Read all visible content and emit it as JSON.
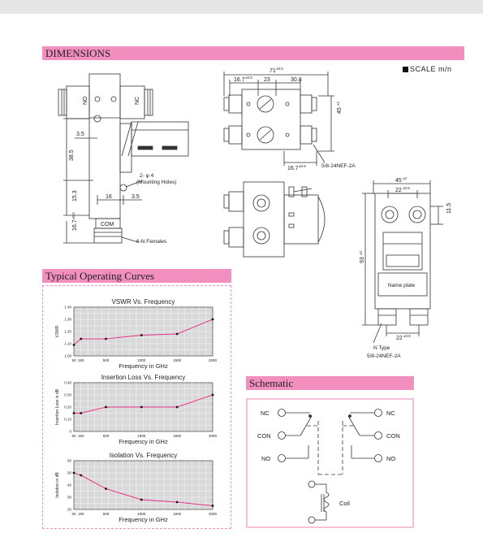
{
  "sections": {
    "dimensions": "DIMENSIONS",
    "curves": "Typical Operating Curves",
    "schematic": "Schematic"
  },
  "scale_label": "SCALE m/n",
  "drawing_labels": {
    "no": "NO",
    "nc": "NC",
    "com": "COM",
    "mounting_holes_dia": "2- φ 4",
    "mounting_holes": "(Mounting Holes)",
    "n_females": "6-N Females",
    "nef_connector": "5/8-24NEF-2A",
    "n_type": "N Type",
    "name_plate": "Name plate"
  },
  "dimension_values": {
    "d3_5a": "3.5",
    "d38_5": "38.5",
    "d15_3": "15.3",
    "d16": "16",
    "d3_5b": "3.5",
    "d16_7_left": "16.7",
    "d16_7_left_tol": "±0.5",
    "d71": "71",
    "d71_tol": "±0.5",
    "d16_7_top": "16.7",
    "d16_7_top_tol": "±0.5",
    "d23": "23",
    "d30_8": "30.8",
    "d45_side": "45",
    "d45_side_tol": "±2",
    "d16_7_bottom": "16.7",
    "d16_7_bottom_tol": "±0.5",
    "d45_right": "45",
    "d45_right_tol": "±2",
    "d22_top": "22",
    "d22_top_tol": "±0.5",
    "d11_5": "11.5",
    "d93": "93",
    "d93_tol": "±2",
    "d22_bottom": "22",
    "d22_bottom_tol": "±0.5"
  },
  "schematic_labels": {
    "nc_left": "NC",
    "con_left": "CON",
    "no_left": "NO",
    "nc_right": "NC",
    "con_right": "CON",
    "no_right": "NO",
    "coil": "Coil"
  },
  "colors": {
    "section_header": "#f28fbf",
    "curve": "#e8338a",
    "plot_bg": "#d9d9d9",
    "grid": "#ffffff"
  },
  "chart_data": [
    {
      "type": "line",
      "title": "VSWR Vs. Frequency",
      "xlabel": "Frequency in GHz",
      "ylabel": "VSWR",
      "x_ticks": [
        "50",
        "150",
        "500",
        "1000",
        "1500",
        "2000"
      ],
      "y_ticks": [
        "1.00",
        "1.10",
        "1.20",
        "1.30",
        "1.40"
      ],
      "xlim": [
        50,
        2000
      ],
      "ylim": [
        1.0,
        1.4
      ],
      "grid": true,
      "x": [
        50,
        150,
        500,
        1000,
        1500,
        2000
      ],
      "y": [
        1.09,
        1.14,
        1.14,
        1.17,
        1.18,
        1.3
      ]
    },
    {
      "type": "line",
      "title": "Insertion Loss Vs. Frequency",
      "xlabel": "Frequency in GHz",
      "ylabel": "Insertion Loss in dB",
      "x_ticks": [
        "50",
        "150",
        "500",
        "1000",
        "1500",
        "2000"
      ],
      "y_ticks": [
        "0",
        "0.10",
        "0.20",
        "0.30",
        "0.40"
      ],
      "xlim": [
        50,
        2000
      ],
      "ylim": [
        0,
        0.4
      ],
      "grid": true,
      "x": [
        50,
        150,
        500,
        1000,
        1500,
        2000
      ],
      "y": [
        0.15,
        0.15,
        0.2,
        0.2,
        0.2,
        0.3
      ]
    },
    {
      "type": "line",
      "title": "Isolation Vs. Frequency",
      "xlabel": "Frequency in GHz",
      "ylabel": "Isolation in dB",
      "x_ticks": [
        "50",
        "150",
        "500",
        "1000",
        "1500",
        "2000"
      ],
      "y_ticks": [
        "20",
        "30",
        "40",
        "50",
        "60"
      ],
      "xlim": [
        50,
        2000
      ],
      "ylim": [
        20,
        60
      ],
      "grid": true,
      "x": [
        50,
        150,
        500,
        1000,
        1500,
        2000
      ],
      "y": [
        50,
        48,
        37,
        28,
        26,
        23
      ]
    }
  ]
}
